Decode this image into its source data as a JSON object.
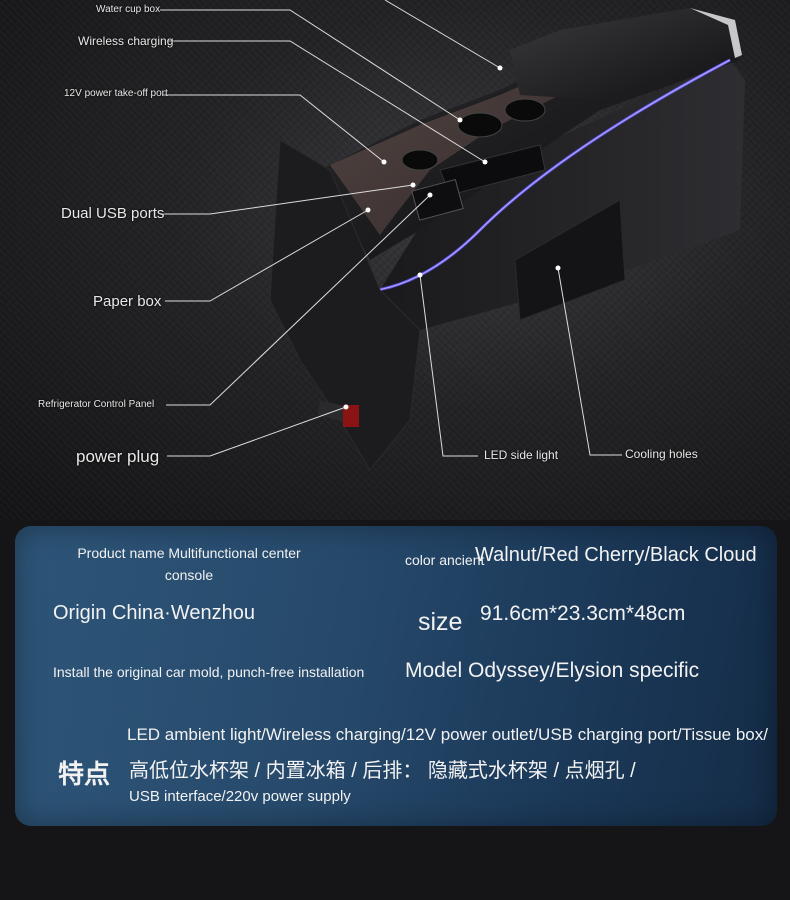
{
  "callouts": {
    "water_cup_box": "Water cup box",
    "wireless_charging": "Wireless charging",
    "power_takeoff": "12V power take-off port",
    "dual_usb": "Dual USB ports",
    "paper_box": "Paper box",
    "fridge_panel": "Refrigerator Control Panel",
    "power_plug": "power plug",
    "led_side_light": "LED side light",
    "cooling_holes": "Cooling holes"
  },
  "specs": {
    "product_name": "Product name Multifunctional center console",
    "color_label": "color ancient",
    "color_value": "Walnut/Red Cherry/Black Cloud",
    "origin": "Origin China·Wenzhou",
    "size_label": "size",
    "size_value": "91.6cm*23.3cm*48cm",
    "install": "Install the original car mold, punch-free installation",
    "model": "Model Odyssey/Elysion specific",
    "features_label": "特点",
    "features_line1": "LED ambient light/Wireless charging/12V power outlet/USB charging port/Tissue box/",
    "features_line2": "高低位水杯架 / 内置冰箱 / 后排： 隐藏式水杯架 / 点烟孔 /",
    "features_line3": "USB interface/220v power supply"
  },
  "colors": {
    "accent_led": "#6a5cff",
    "card_bg": "#2a4f72"
  }
}
